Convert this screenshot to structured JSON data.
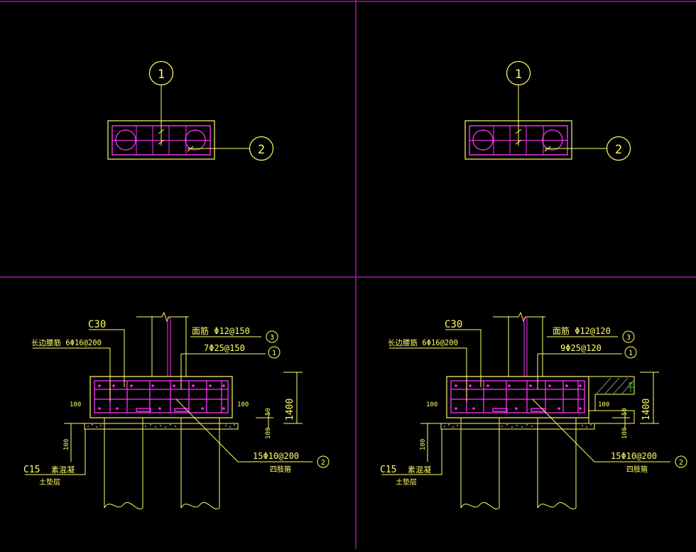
{
  "colors": {
    "background": "#000000",
    "viewport_border": "#c020c0",
    "outline": "#ffff66",
    "rebar": "#ff33ff",
    "accent": "#33cc33",
    "hatch": "#cccccc"
  },
  "plan_left": {
    "tag_top": "1",
    "tag_right": "2"
  },
  "plan_right": {
    "tag_top": "1",
    "tag_right": "2"
  },
  "section_left": {
    "concrete_grade": "C30",
    "side_bar": "长边腰筋 6Φ16@200",
    "top_bar": "面筋 Φ12@150",
    "top_bar_tag": "3",
    "bottom_bar": "7Φ25@150",
    "bottom_bar_tag": "1",
    "stirrup": "15Φ10@200",
    "stirrup_type": "四肢箍",
    "stirrup_tag": "2",
    "cover_left": "100",
    "cover_right": "100",
    "dim_height": "1400",
    "dim_small_1": "50",
    "dim_small_2": "100",
    "dim_left": "100",
    "cushion_grade": "C15",
    "cushion_material": "素混凝",
    "cushion_layer": "土垫层"
  },
  "section_right": {
    "concrete_grade": "C30",
    "side_bar": "长边腰筋 6Φ16@200",
    "top_bar": "面筋 Φ12@120",
    "top_bar_tag": "3",
    "bottom_bar": "9Φ25@120",
    "bottom_bar_tag": "1",
    "stirrup": "15Φ10@200",
    "stirrup_type": "四肢箍",
    "stirrup_tag": "2",
    "cover_left": "100",
    "cover_right": "100",
    "dim_height": "1400",
    "dim_small_1": "50",
    "dim_small_2": "100",
    "dim_left": "100",
    "cushion_grade": "C15",
    "cushion_material": "素混凝",
    "cushion_layer": "土垫层"
  }
}
